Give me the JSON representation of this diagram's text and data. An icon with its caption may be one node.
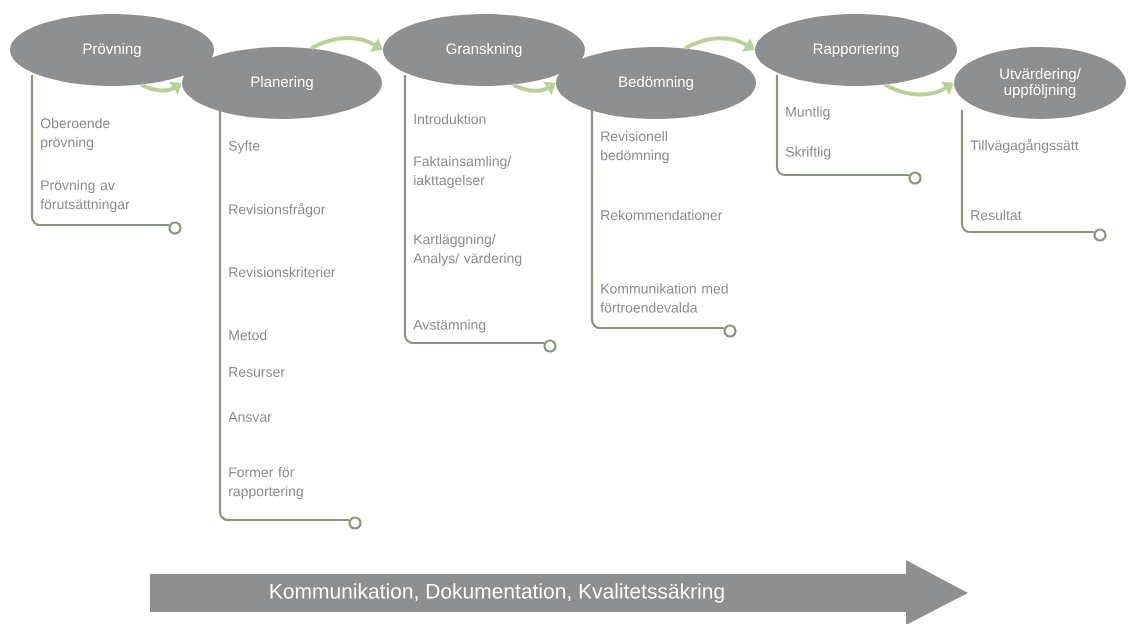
{
  "diagram": {
    "nodes": [
      {
        "text": [
          "Prövning"
        ]
      },
      {
        "text": [
          "Planering"
        ]
      },
      {
        "text": [
          "Granskning"
        ]
      },
      {
        "text": [
          "Bedömning"
        ]
      },
      {
        "text": [
          "Rapportering"
        ]
      },
      {
        "text": [
          "Utvärdering/ uppföljning"
        ]
      },
      {
        "text": [
          "Oberoende prövning",
          "Prövning av förutsättningar"
        ]
      },
      {
        "text": [
          "Syfte",
          "Revisionsfrågor",
          "Revisionskriterier",
          "Metod",
          "Resurser",
          "Ansvar",
          "Former för rapportering"
        ]
      },
      {
        "text": [
          "Introduktion",
          "Faktainsamling/ iakttagelser",
          "Kartläggning/ Analys/ värdering",
          "Avstämning"
        ]
      },
      {
        "text": [
          "Revisionell bedömning",
          "Rekommendationer",
          "Kommunikation med förtroendevalda"
        ]
      },
      {
        "text": [
          "Muntlig",
          "Skriftlig"
        ]
      },
      {
        "text": [
          "Tillvägagångssätt",
          "Resultat"
        ]
      },
      {
        "text": [
          "Kommunikation, Dokumentation, Kvalitetssäkring"
        ]
      }
    ],
    "edges": [
      {
        "from": 0,
        "to": 1,
        "arrow": "to"
      },
      {
        "from": 1,
        "to": 2,
        "arrow": "to"
      },
      {
        "from": 2,
        "to": 3,
        "arrow": "to"
      },
      {
        "from": 3,
        "to": 4,
        "arrow": "to"
      },
      {
        "from": 4,
        "to": 5,
        "arrow": "to"
      }
    ]
  }
}
